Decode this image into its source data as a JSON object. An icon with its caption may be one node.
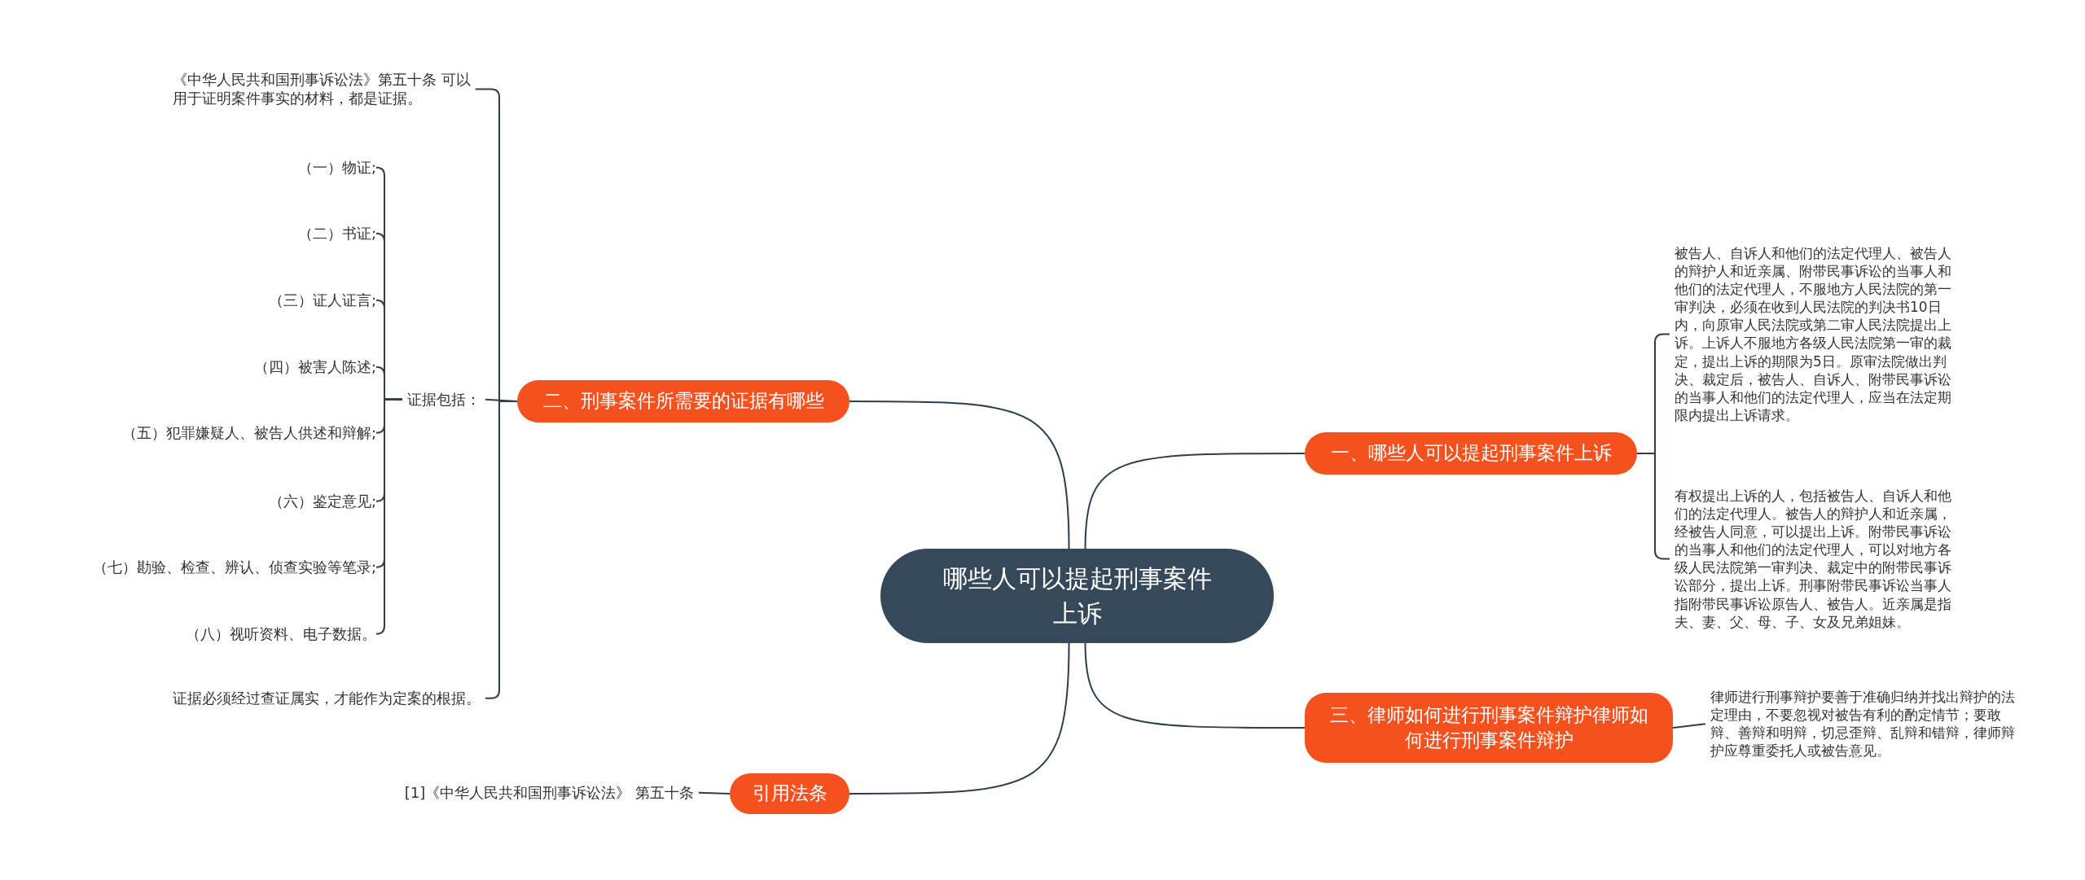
{
  "diagram": {
    "nodes": [
      {
        "text": [
          "哪些人可以提起刑事案件上诉"
        ]
      },
      {
        "text": [
          "一、哪些人可以提起刑事案件上诉"
        ]
      },
      {
        "text": [
          "被告人、自诉人和他们的法定代理人、被告人的辩护人和近亲属、附带民事诉讼的当事人和他们的法定代理人，不服地方人民法院的第一审判决，必须在收到人民法院的判决书10日内，向原审人民法院或第二审人民法院提出上诉。上诉人不服地方各级人民法院第一审的裁定，提出上诉的期限为5日。原审法院做出判决、裁定后，被告人、自诉人、附带民事诉讼的当事人和他们的法定代理人，应当在法定期限内提出上诉请求。"
        ]
      },
      {
        "text": [
          "有权提出上诉的人，包括被告人、自诉人和他们的法定代理人。被告人的辩护人和近亲属，经被告人同意，可以提出上诉。附带民事诉讼的当事人和他们的法定代理人，可以对地方各级人民法院第一审判决、裁定中的附带民事诉讼部分，提出上诉。刑事附带民事诉讼当事人指附带民事诉讼原告人、被告人。近亲属是指夫、妻、父、母、子、女及兄弟姐妹。"
        ]
      },
      {
        "text": [
          "二、刑事案件所需要的证据有哪些"
        ]
      },
      {
        "text": [
          "《中华人民共和国刑事诉讼法》第五十条 可以用于证明案件事实的材料，都是证据。"
        ]
      },
      {
        "text": [
          "证据包括："
        ]
      },
      {
        "text": [
          "（一）物证;"
        ]
      },
      {
        "text": [
          "（二）书证;"
        ]
      },
      {
        "text": [
          "（三）证人证言;"
        ]
      },
      {
        "text": [
          "（四）被害人陈述;"
        ]
      },
      {
        "text": [
          "（五）犯罪嫌疑人、被告人供述和辩解;"
        ]
      },
      {
        "text": [
          "（六）鉴定意见;"
        ]
      },
      {
        "text": [
          "（七）勘验、检查、辨认、侦查实验等笔录;"
        ]
      },
      {
        "text": [
          "（八）视听资料、电子数据。"
        ]
      },
      {
        "text": [
          "证据必须经过查证属实，才能作为定案的根据。"
        ]
      },
      {
        "text": [
          "三、律师如何进行刑事案件辩护律师如何进行刑事案件辩护"
        ]
      },
      {
        "text": [
          "律师进行刑事辩护要善于准确归纳并找出辩护的法定理由，不要忽视对被告有利的酌定情节；要敢辩、善辩和明辩，切忌歪辩、乱辩和错辩，律师辩护应尊重委托人或被告意见。"
        ]
      },
      {
        "text": [
          "引用法条"
        ]
      },
      {
        "text": [
          "[1]《中华人民共和国刑事诉讼法》 第五十条"
        ]
      }
    ],
    "edges": [
      {
        "from": 0,
        "to": 1,
        "arrow": "none"
      },
      {
        "from": 1,
        "to": 2,
        "arrow": "none"
      },
      {
        "from": 1,
        "to": 3,
        "arrow": "none"
      },
      {
        "from": 0,
        "to": 4,
        "arrow": "none"
      },
      {
        "from": 4,
        "to": 5,
        "arrow": "none"
      },
      {
        "from": 4,
        "to": 6,
        "arrow": "none"
      },
      {
        "from": 6,
        "to": 7,
        "arrow": "none"
      },
      {
        "from": 6,
        "to": 8,
        "arrow": "none"
      },
      {
        "from": 6,
        "to": 9,
        "arrow": "none"
      },
      {
        "from": 6,
        "to": 10,
        "arrow": "none"
      },
      {
        "from": 6,
        "to": 11,
        "arrow": "none"
      },
      {
        "from": 6,
        "to": 12,
        "arrow": "none"
      },
      {
        "from": 6,
        "to": 13,
        "arrow": "none"
      },
      {
        "from": 6,
        "to": 14,
        "arrow": "none"
      },
      {
        "from": 4,
        "to": 15,
        "arrow": "none"
      },
      {
        "from": 0,
        "to": 16,
        "arrow": "none"
      },
      {
        "from": 16,
        "to": 17,
        "arrow": "none"
      },
      {
        "from": 0,
        "to": 18,
        "arrow": "none"
      },
      {
        "from": 18,
        "to": 19,
        "arrow": "none"
      }
    ]
  }
}
